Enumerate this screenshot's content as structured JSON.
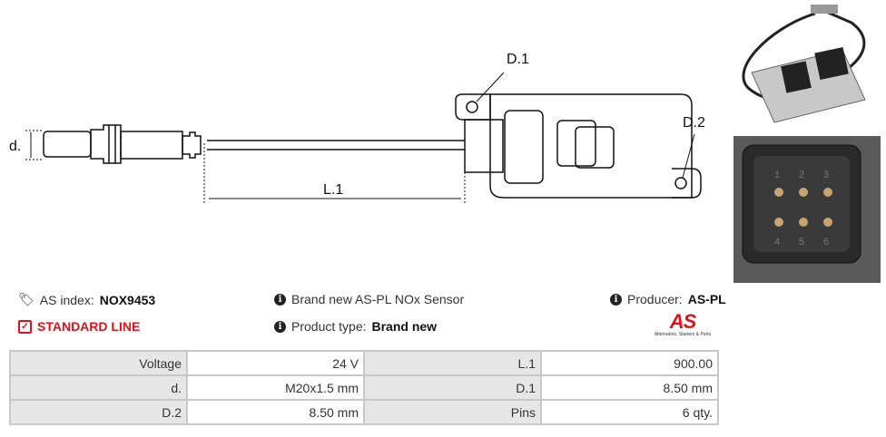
{
  "diagram": {
    "d_label": "d.",
    "l1_label": "L.1",
    "d1_label": "D.1",
    "d2_label": "D.2"
  },
  "info": {
    "as_index_label": "AS index:",
    "as_index_value": "NOX9453",
    "line": "STANDARD LINE",
    "description": "Brand new AS-PL NOx Sensor",
    "product_type_label": "Product type:",
    "product_type_value": "Brand new",
    "producer_label": "Producer:",
    "producer_value": "AS-PL"
  },
  "logo": {
    "text": "AS",
    "tagline": "Alternators, Starters & Parts"
  },
  "connector_pins": [
    "1",
    "2",
    "3",
    "4",
    "5",
    "6"
  ],
  "specs": [
    {
      "label": "Voltage",
      "value": "24 V",
      "label2": "L.1",
      "value2": "900.00"
    },
    {
      "label": "d.",
      "value": "M20x1.5 mm",
      "label2": "D.1",
      "value2": "8.50 mm"
    },
    {
      "label": "D.2",
      "value": "8.50 mm",
      "label2": "Pins",
      "value2": "6 qty."
    }
  ],
  "colors": {
    "accent": "#e3101a"
  }
}
